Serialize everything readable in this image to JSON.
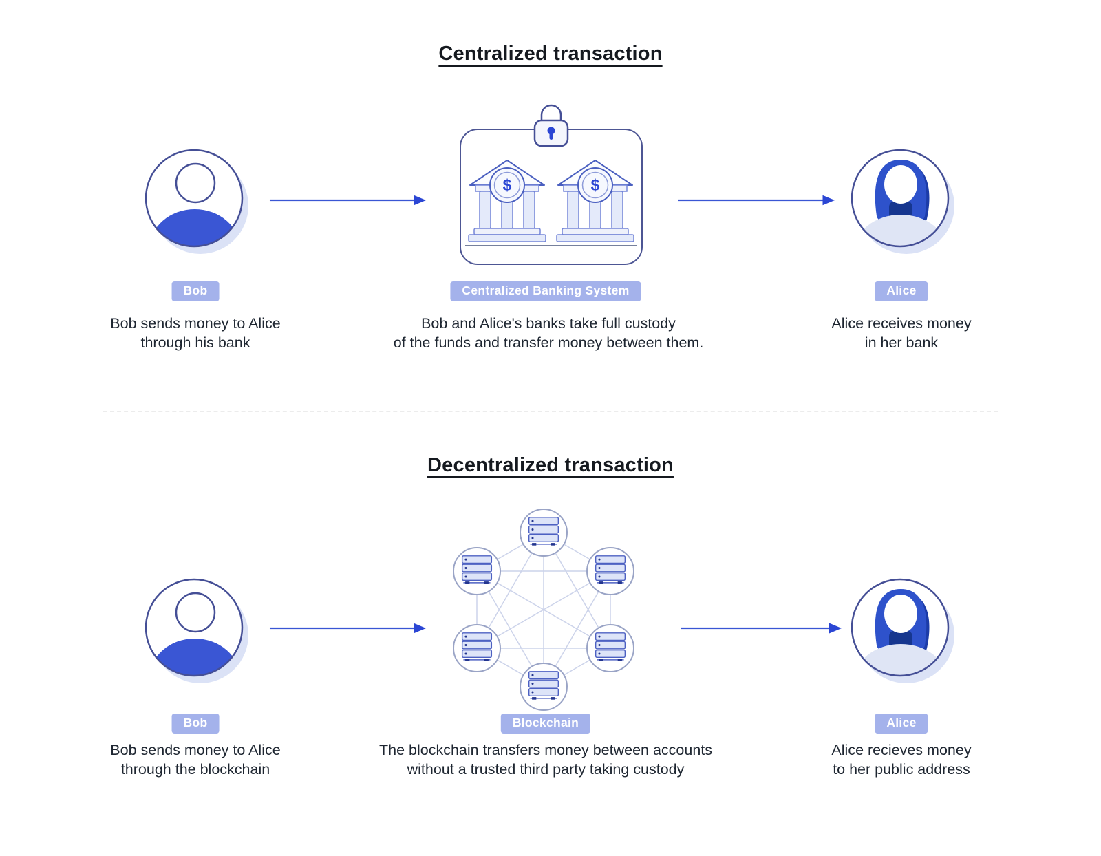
{
  "colors": {
    "accent_blue": "#3a56d4",
    "navy_outline": "#454f96",
    "badge_bg": "#a4b2eb",
    "light_lavender": "#dce3f8",
    "shadow_lavender": "#dbe2f6",
    "edge_grey": "#ccd3ea",
    "text_dark": "#1e2631"
  },
  "icons": {
    "dollar_sign": "$"
  },
  "centralized": {
    "title": "Centralized transaction",
    "bob": {
      "badge": "Bob",
      "caption": "Bob sends money to Alice\nthrough his bank"
    },
    "bank": {
      "badge": "Centralized Banking System",
      "caption": "Bob and Alice's banks take full custody\nof the funds and transfer money between them."
    },
    "alice": {
      "badge": "Alice",
      "caption": "Alice receives money\nin her bank"
    }
  },
  "decentralized": {
    "title": "Decentralized transaction",
    "bob": {
      "badge": "Bob",
      "caption": "Bob sends money to Alice\nthrough the blockchain"
    },
    "blockchain": {
      "badge": "Blockchain",
      "caption": "The blockchain transfers money between accounts\nwithout a trusted third party taking custody"
    },
    "alice": {
      "badge": "Alice",
      "caption": "Alice recieves money\nto her public address"
    }
  }
}
